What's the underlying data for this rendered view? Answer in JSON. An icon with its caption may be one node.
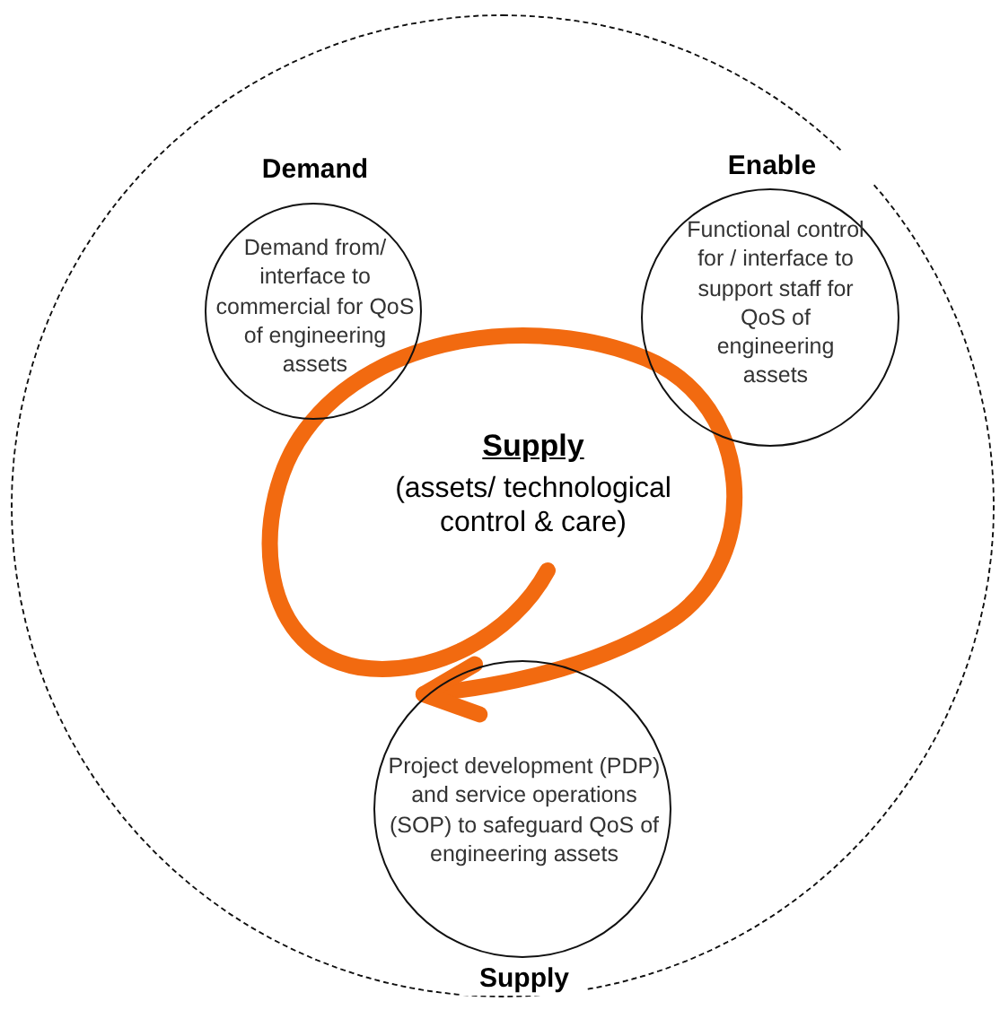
{
  "diagram": {
    "nodes": [
      {
        "text": [
          "Supply",
          "(assets/ technological control & care)"
        ]
      },
      {
        "text": [
          "Demand",
          "Demand from/ interface to commercial for QoS of engineering assets"
        ],
        "in": 0
      },
      {
        "text": [
          "Enable",
          "Functional control for / interface to support staff for QoS of engineering assets"
        ],
        "in": 0
      },
      {
        "text": [
          "Project development (PDP) and service operations (SOP) to safeguard QoS of engineering assets",
          "Supply"
        ],
        "in": 0
      }
    ],
    "edges": [
      {
        "from": null,
        "to": 3,
        "arrow": "to",
        "color": "#f26a10"
      }
    ]
  }
}
